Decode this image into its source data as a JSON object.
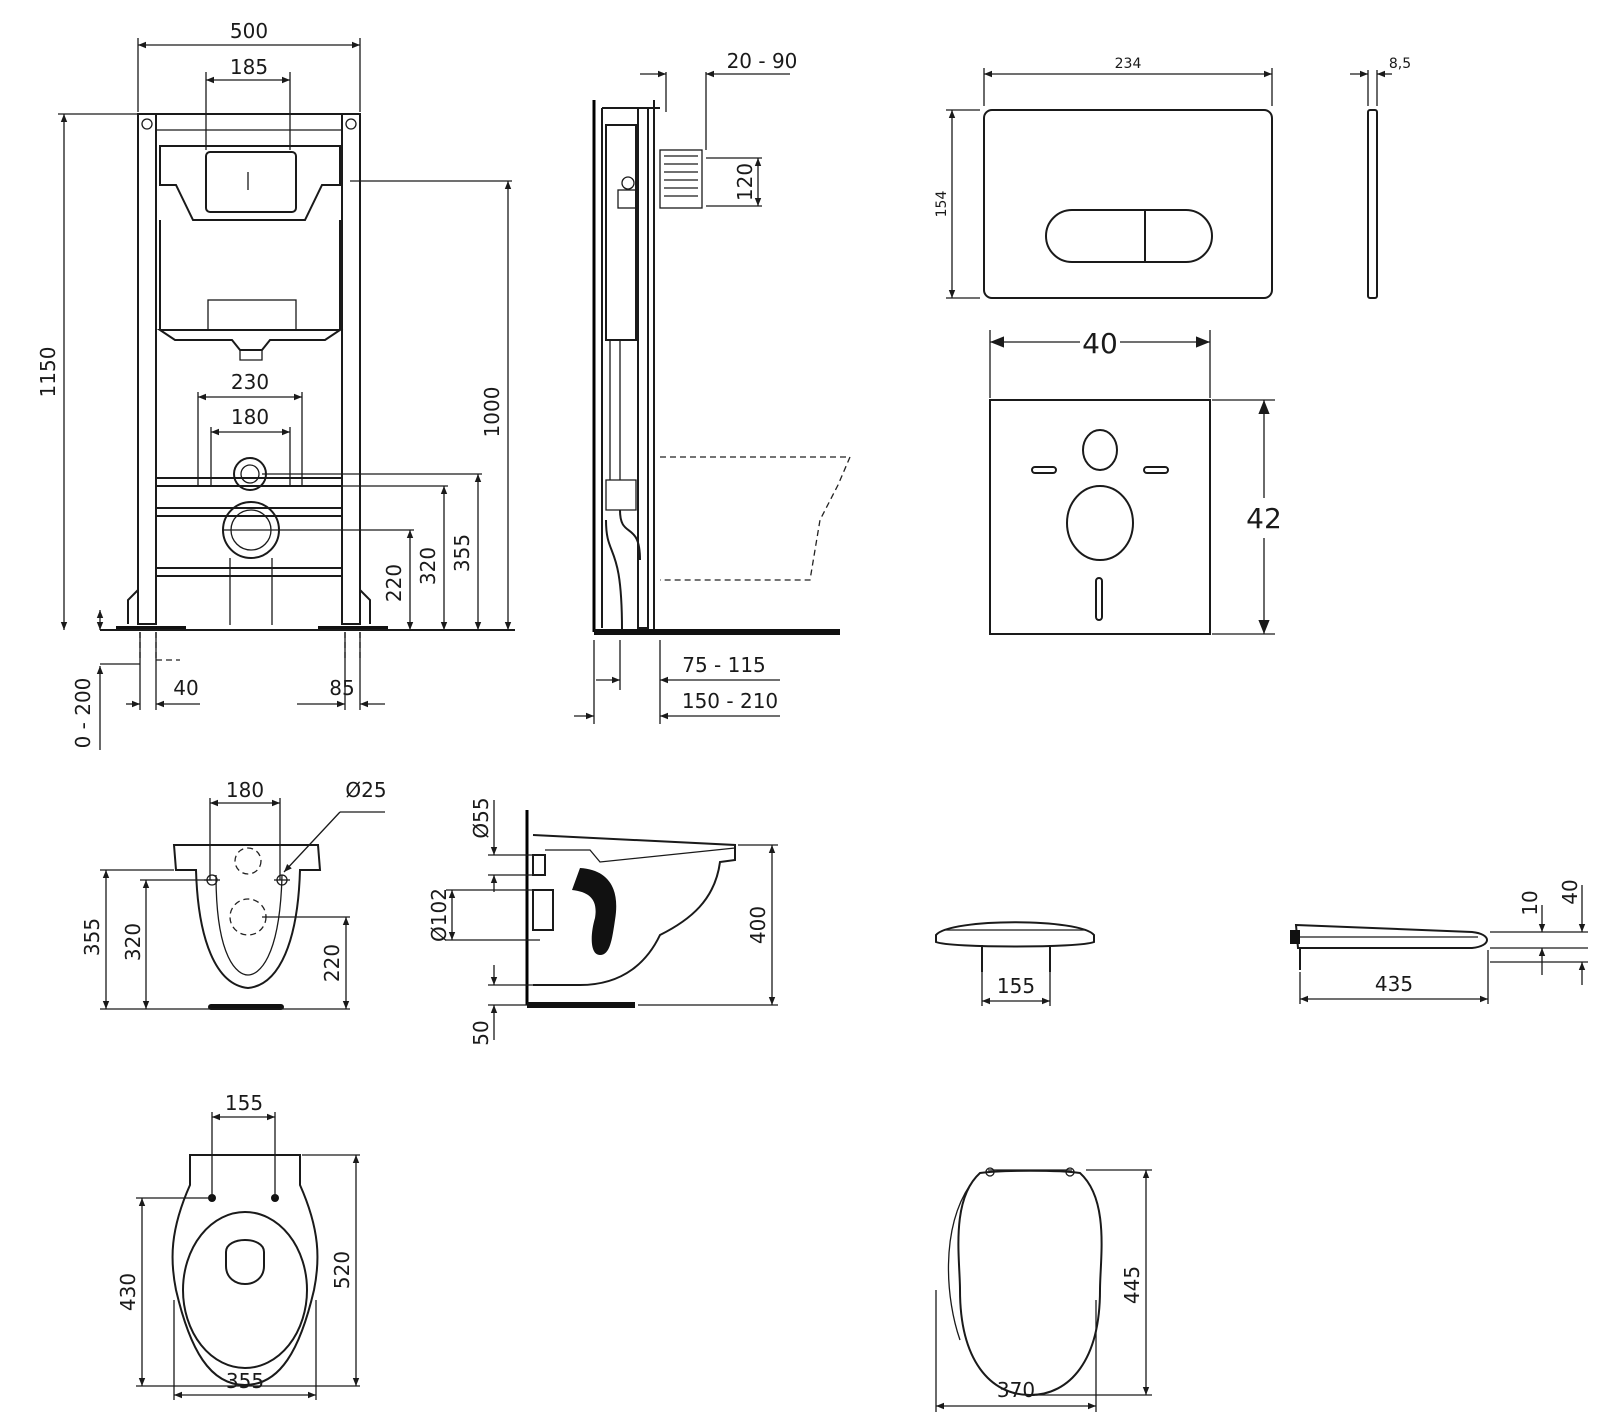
{
  "frame_front": {
    "width": "500",
    "flush_plate_span": "185",
    "height": "1150",
    "actuation_height": "1000",
    "bolt_outer": "230",
    "bolt_inner": "180",
    "dim_355": "355",
    "dim_320": "320",
    "dim_220": "220",
    "leg_adjust": "0 - 200",
    "foot_40": "40",
    "foot_85": "85"
  },
  "frame_side": {
    "plate_offset": "20 - 90",
    "inlet": "120",
    "depth_min": "75 - 115",
    "depth_max": "150 - 210"
  },
  "flush_plate": {
    "width": "234",
    "height": "154",
    "thickness": "8,5"
  },
  "gasket": {
    "width": "40",
    "height": "42"
  },
  "bowl_front": {
    "bolt_span": "180",
    "bolt_diameter": "Ø25",
    "dim_355": "355",
    "dim_320": "320",
    "dim_220": "220"
  },
  "bowl_side": {
    "d55": "Ø55",
    "d102": "Ø102",
    "height": "400",
    "gap": "50"
  },
  "seat_front": {
    "hinge_span": "155"
  },
  "seat_side": {
    "length": "435",
    "h10": "10",
    "h40": "40"
  },
  "bowl_top": {
    "bolt_span": "155",
    "inner": "430",
    "length": "520",
    "width": "355"
  },
  "seat_top": {
    "length": "445",
    "width": "370"
  }
}
